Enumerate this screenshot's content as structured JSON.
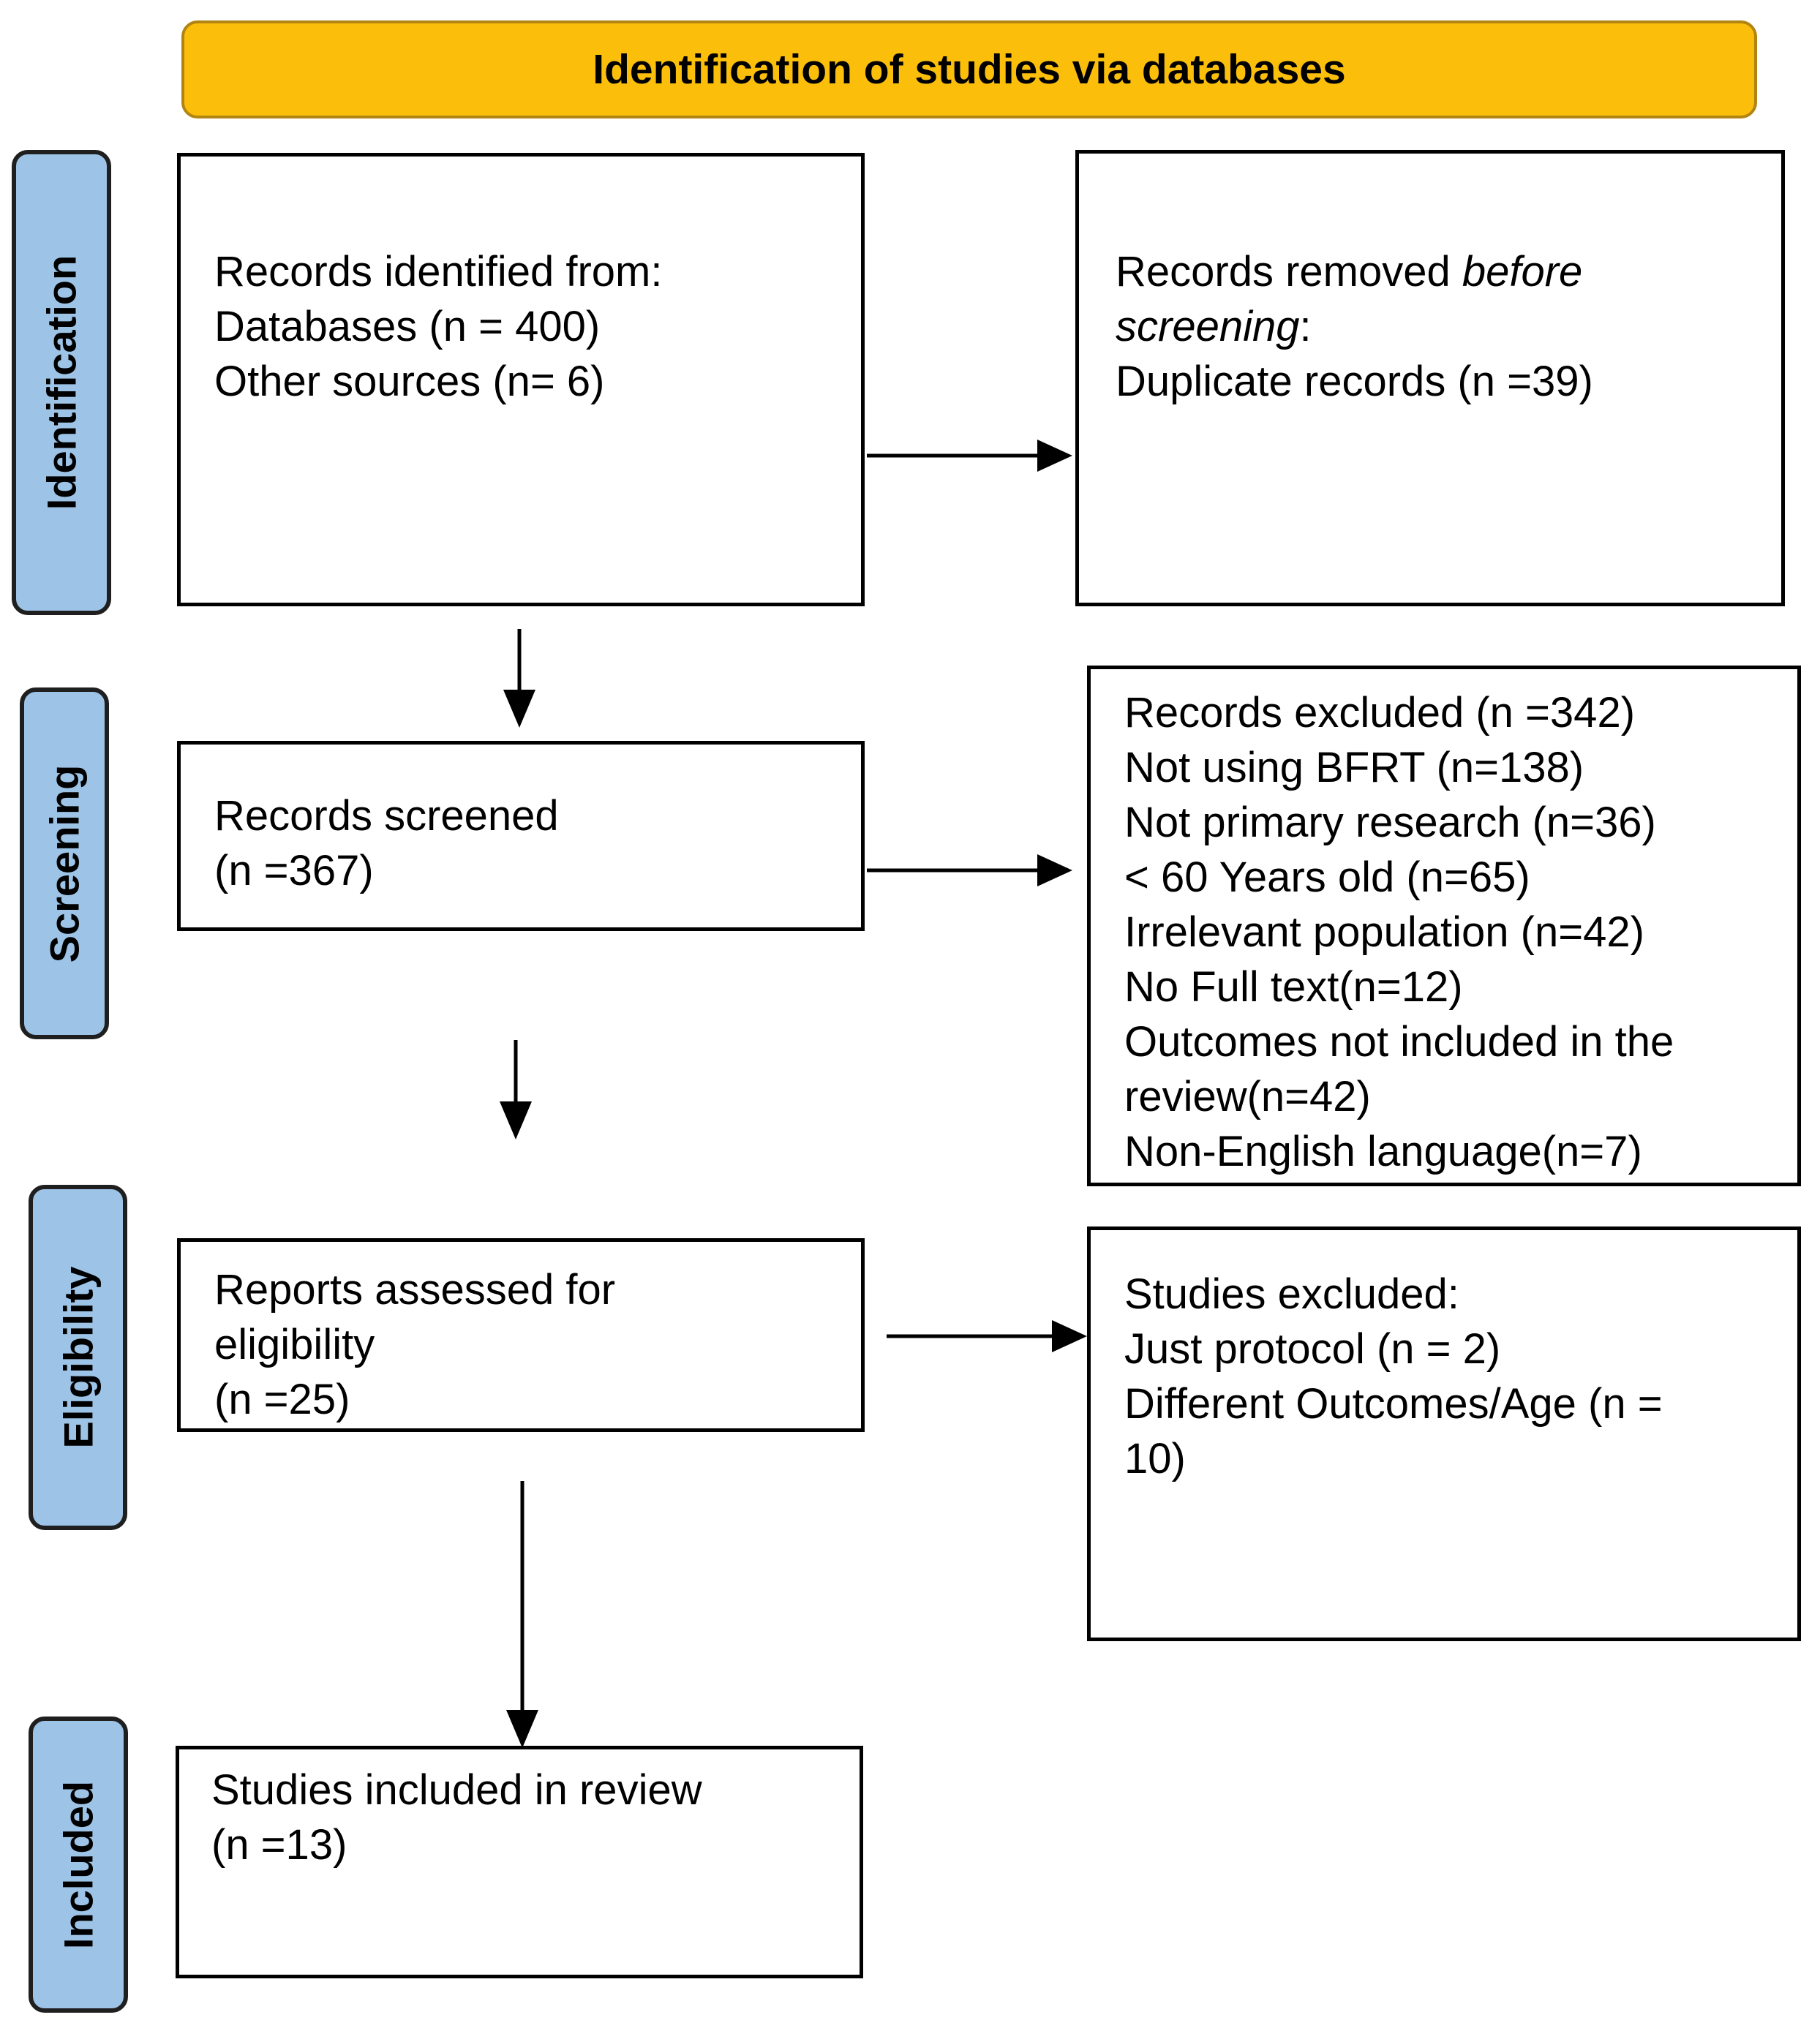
{
  "header": {
    "title": "Identification of studies via databases"
  },
  "phases": {
    "identification": "Identification",
    "screening": "Screening",
    "eligibility": "Eligibility",
    "included": "Included"
  },
  "boxes": {
    "records_identified": {
      "lines": [
        "Records identified from:",
        "Databases (n = 400)",
        "Other sources (n= 6)"
      ]
    },
    "records_removed": {
      "line1_prefix": "Records removed ",
      "line1_emph": "before",
      "line2_emph": "screening",
      "line2_suffix": ":",
      "line3": "Duplicate records (n =39)"
    },
    "records_screened": {
      "lines": [
        "Records screened",
        "(n =367)"
      ]
    },
    "records_excluded": {
      "lines": [
        "Records excluded (n =342)",
        "Not using BFRT (n=138)",
        "Not primary research (n=36)",
        "< 60 Years old (n=65)",
        "Irrelevant population (n=42)",
        "No Full text(n=12)",
        "Outcomes not included in the",
        "review(n=42)",
        "Non-English language(n=7)"
      ]
    },
    "reports_assessed": {
      "lines": [
        "Reports assessed for",
        "eligibility",
        "(n =25)"
      ]
    },
    "studies_excluded": {
      "lines": [
        "Studies excluded:",
        "Just protocol (n = 2)",
        "Different Outcomes/Age (n =",
        "10)"
      ]
    },
    "studies_included": {
      "lines": [
        "Studies included in review",
        "(n =13)"
      ]
    }
  }
}
